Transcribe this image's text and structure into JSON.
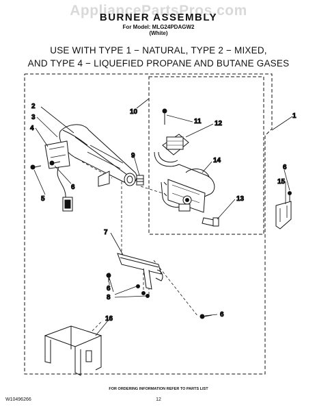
{
  "watermark": "AppliancePartsPros.com",
  "header": {
    "title": "BURNER ASSEMBLY",
    "model_line": "For Model: MLG24PDAGW2",
    "variant": "(White)"
  },
  "usage_note": {
    "line1": "USE WITH TYPE 1 − NATURAL, TYPE 2 − MIXED,",
    "line2": "AND TYPE 4 − LIQUEFIED PROPANE AND BUTANE GASES"
  },
  "callouts": [
    "1",
    "2",
    "3",
    "4",
    "5",
    "6",
    "6",
    "6",
    "6",
    "7",
    "8",
    "9",
    "10",
    "11",
    "12",
    "13",
    "14",
    "15",
    "16"
  ],
  "footer": {
    "ordering_note": "FOR ORDERING INFORMATION REFER TO PARTS LIST",
    "doc_id": "W10496266",
    "page": "12"
  }
}
